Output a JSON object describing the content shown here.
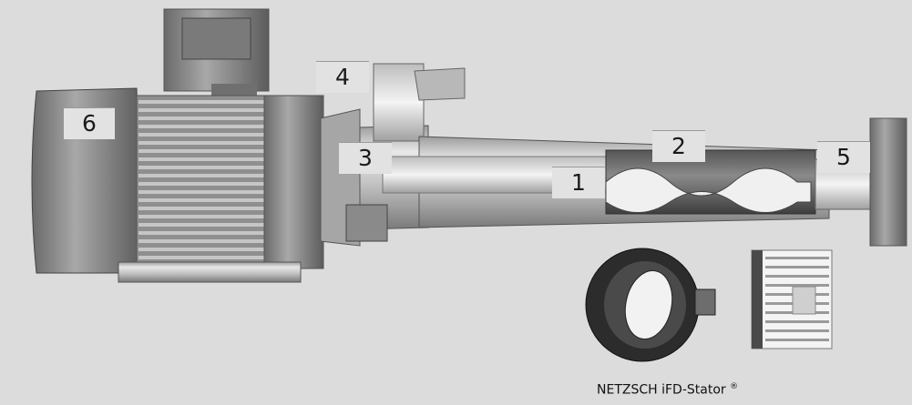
{
  "labels": {
    "n1": "1",
    "n2": "2",
    "n3": "3",
    "n4": "4",
    "n5": "5",
    "n6": "6"
  },
  "caption": {
    "text": "NETZSCH iFD-Stator",
    "mark": "®"
  }
}
